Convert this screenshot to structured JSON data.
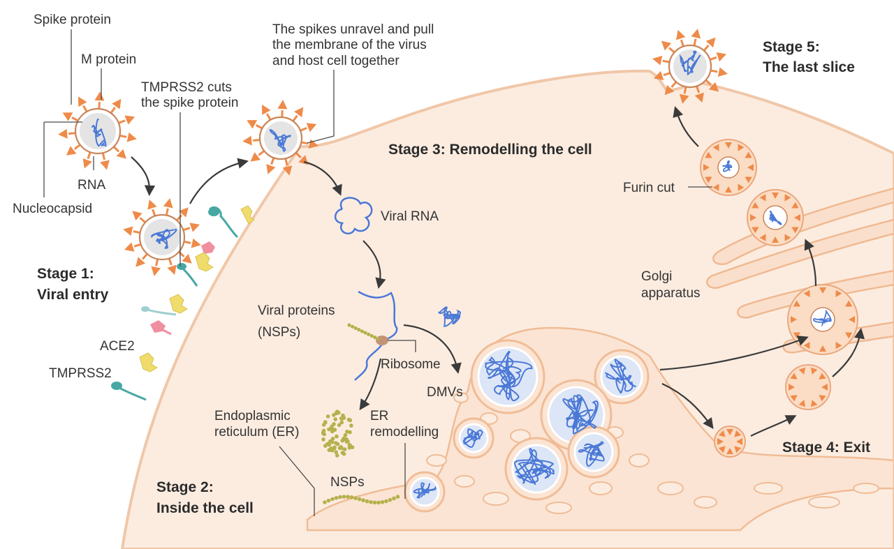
{
  "labels": {
    "spike_protein": "Spike protein",
    "m_protein": "M protein",
    "rna": "RNA",
    "nucleocapsid": "Nucleocapsid",
    "tmprss2_cuts_1": "TMPRSS2 cuts",
    "tmprss2_cuts_2": "the spike protein",
    "unravel_1": "The spikes unravel and pull",
    "unravel_2": "the membrane of the virus",
    "unravel_3": "and host cell together",
    "ace2": "ACE2",
    "tmprss2": "TMPRSS2",
    "viral_rna": "Viral RNA",
    "viral_proteins_1": "Viral proteins",
    "viral_proteins_2": "(NSPs)",
    "ribosome": "Ribosome",
    "dmvs": "DMVs",
    "er_1": "Endoplasmic",
    "er_2": "reticulum (ER)",
    "er_remodel_1": "ER",
    "er_remodel_2": "remodelling",
    "nsps": "NSPs",
    "furin_cut": "Furin cut",
    "golgi_1": "Golgi",
    "golgi_2": "apparatus"
  },
  "stages": {
    "stage1_line1": "Stage 1:",
    "stage1_line2": "Viral entry",
    "stage2_line1": "Stage 2:",
    "stage2_line2": "Inside the cell",
    "stage3": "Stage 3: Remodelling the cell",
    "stage4": "Stage 4: Exit",
    "stage5_line1": "Stage 5:",
    "stage5_line2": "The last slice"
  },
  "colors": {
    "cell_fill": "#fcece0",
    "cell_edge": "#f0c7a8",
    "spike": "#ee8b4a",
    "rna": "#4a78d6",
    "er": "#b5b14d",
    "ace2": "#f0dc6c",
    "tmprss2": "#46a7a3",
    "receptor_pink": "#ef8fa0"
  }
}
